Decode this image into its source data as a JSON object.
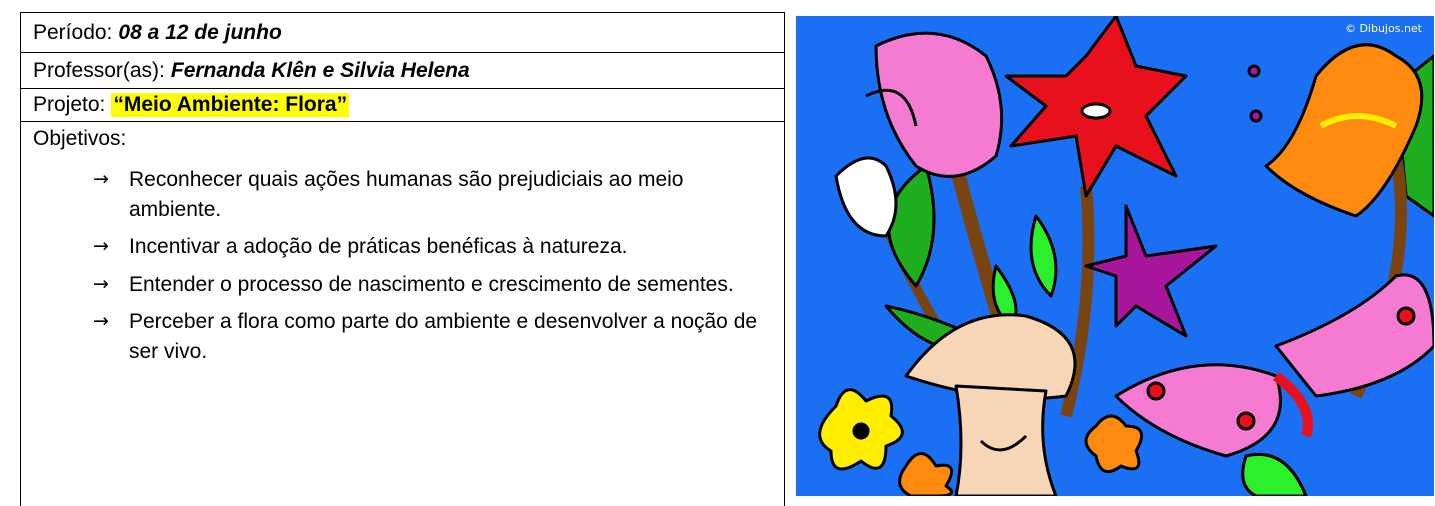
{
  "table": {
    "periodo_label": "Período:",
    "periodo_value": "08 a 12 de junho",
    "professor_label": "Professor(as):",
    "professor_value": "Fernanda Klên e Silvia Helena",
    "projeto_label": "Projeto:",
    "projeto_value": "“Meio Ambiente: Flora”",
    "objetivos_label": "Objetivos:",
    "objetivos": [
      "Reconhecer quais ações humanas são prejudiciais ao meio ambiente.",
      "Incentivar a adoção de práticas benéficas à natureza.",
      "Entender o processo de nascimento e crescimento de sementes.",
      "Perceber a flora como parte do ambiente e desenvolver a noção de ser vivo."
    ],
    "bullet": "→"
  },
  "picture": {
    "watermark": "© Dibujos.net",
    "colors": {
      "background": "#1a6ff2",
      "pink": "#f47ad2",
      "red": "#e8101c",
      "orange": "#ff8a10",
      "purple": "#a8169c",
      "green": "#1fae1f",
      "yellow": "#ffee00",
      "stem": "#7a4410"
    }
  }
}
